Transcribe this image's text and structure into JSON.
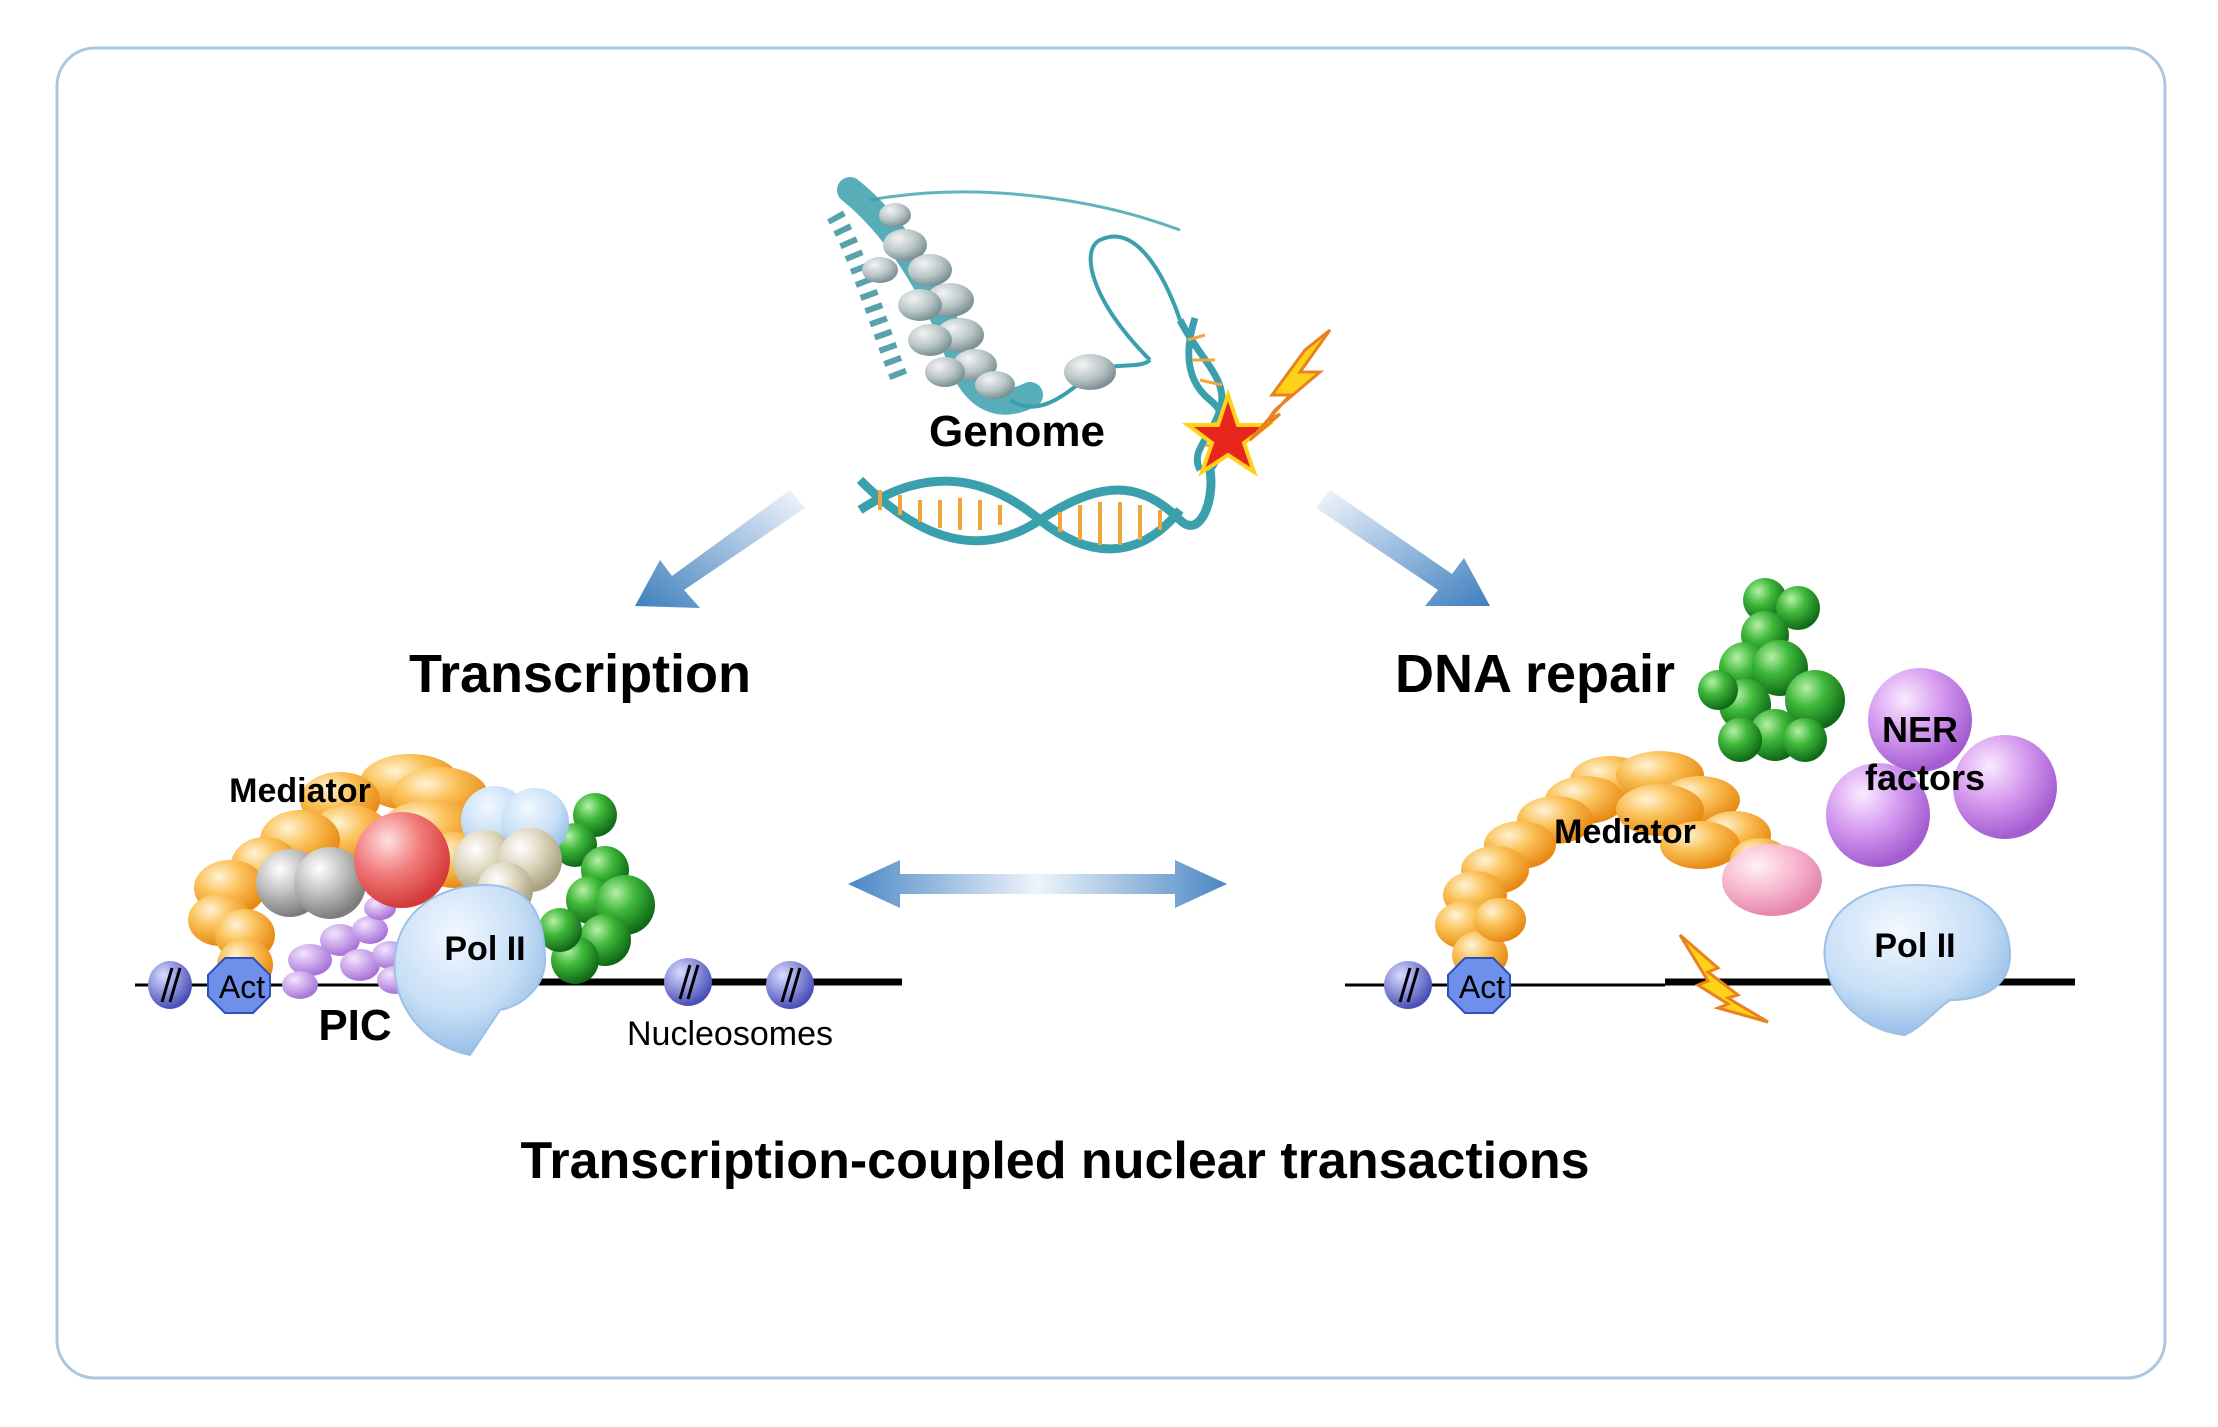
{
  "labels": {
    "genome": "Genome",
    "transcription": "Transcription",
    "dna_repair": "DNA repair",
    "mediator_left": "Mediator",
    "mediator_right": "Mediator",
    "act_left": "Act",
    "act_right": "Act",
    "pic": "PIC",
    "pol2_left": "Pol II",
    "pol2_right": "Pol II",
    "nucleosomes": "Nucleosomes",
    "ner_line1": "NER",
    "ner_line2": "factors",
    "footer": "Transcription-coupled nuclear transactions"
  },
  "colors": {
    "frame": "#a9c6e3",
    "arrow_dark": "#3f7fbf",
    "arrow_light": "#dfe9f5",
    "mediator": "#f6a733",
    "mediator_light": "#fbd38a",
    "green": "#1f9a2a",
    "green_light": "#7fd47a",
    "ner": "#c58be8",
    "polII": "#bcd9f5",
    "act": "#5f86e6",
    "nucleosome": "#6a6fd6",
    "pic": "#b98ae0",
    "pink": "#f5a6c4",
    "red": "#f05a5a",
    "grey": "#a8a8a8",
    "beige": "#cfc7a9",
    "dna_teal": "#3aa0ad",
    "dna_orange": "#f1a63b",
    "star": "#e8261e",
    "bolt": "#ffd21a"
  }
}
